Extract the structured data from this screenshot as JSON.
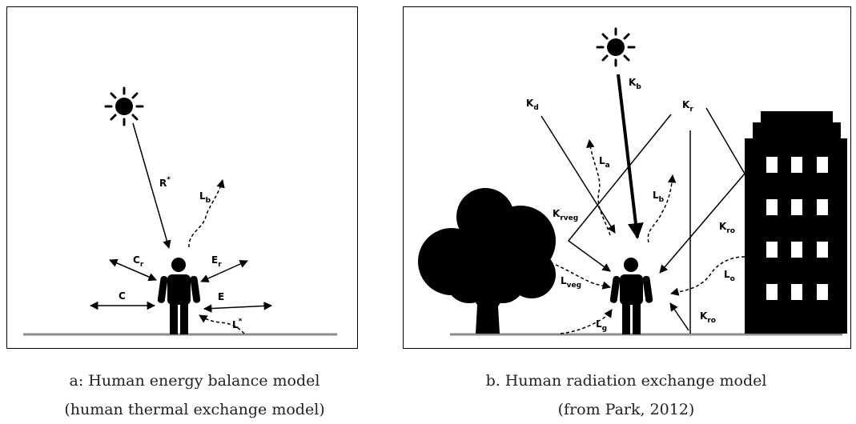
{
  "panel_a": {
    "caption_line1": "a: Human energy balance model",
    "caption_line2": "(human thermal exchange model)",
    "labels": {
      "R_main": "R",
      "R_sup": "*",
      "Lb_main": "L",
      "Lb_sub": "b",
      "Cr_main": "C",
      "Cr_sub": "r",
      "Er_main": "E",
      "Er_sub": "r",
      "C": "C",
      "E": "E",
      "Lstar_main": "L",
      "Lstar_sup": "*"
    }
  },
  "panel_b": {
    "caption_line1": "b. Human radiation exchange model",
    "caption_line2": "(from Park, 2012)",
    "labels": {
      "Kb_main": "K",
      "Kb_sub": "b",
      "Kd_main": "K",
      "Kd_sub": "d",
      "Kr_main": "K",
      "Kr_sub": "r",
      "La_main": "L",
      "La_sub": "a",
      "Lb_main": "L",
      "Lb_sub": "b",
      "Krveg_main": "K",
      "Krveg_sub": "rveg",
      "Kro1_main": "K",
      "Kro1_sub": "ro",
      "Lveg_main": "L",
      "Lveg_sub": "veg",
      "Lo_main": "L",
      "Lo_sub": "o",
      "Lg_main": "L",
      "Lg_sub": "g",
      "Kro2_main": "K",
      "Kro2_sub": "ro"
    }
  },
  "colors": {
    "ink": "#000000",
    "ground": "#8c8c8c",
    "window": "#ffffff"
  },
  "icons": [
    "sun-icon",
    "person-icon",
    "tree-icon",
    "building-icon"
  ]
}
